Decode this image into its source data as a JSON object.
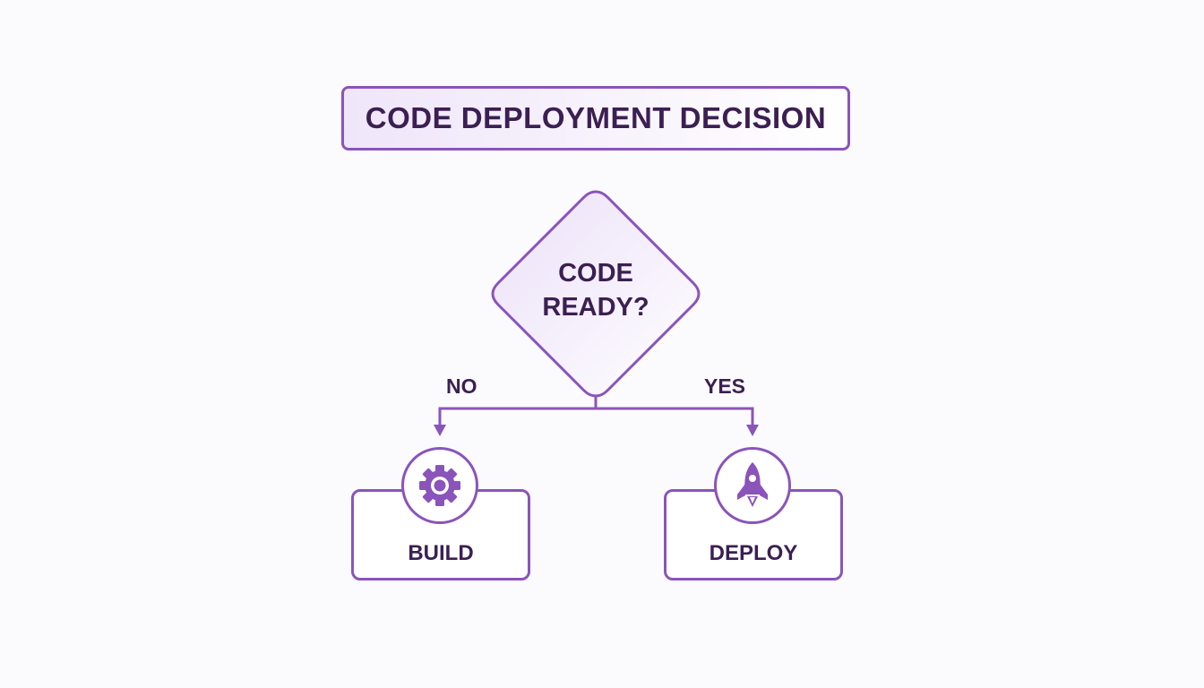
{
  "title": "CODE DEPLOYMENT DECISION",
  "decision": {
    "line1": "CODE",
    "line2": "READY?"
  },
  "branches": {
    "no": "NO",
    "yes": "YES"
  },
  "nodes": {
    "build": {
      "label": "BUILD",
      "icon": "gear-icon"
    },
    "deploy": {
      "label": "DEPLOY",
      "icon": "rocket-icon"
    }
  },
  "colors": {
    "accent": "#8a54bb",
    "text": "#3b1f52",
    "background": "#fbfafc"
  }
}
